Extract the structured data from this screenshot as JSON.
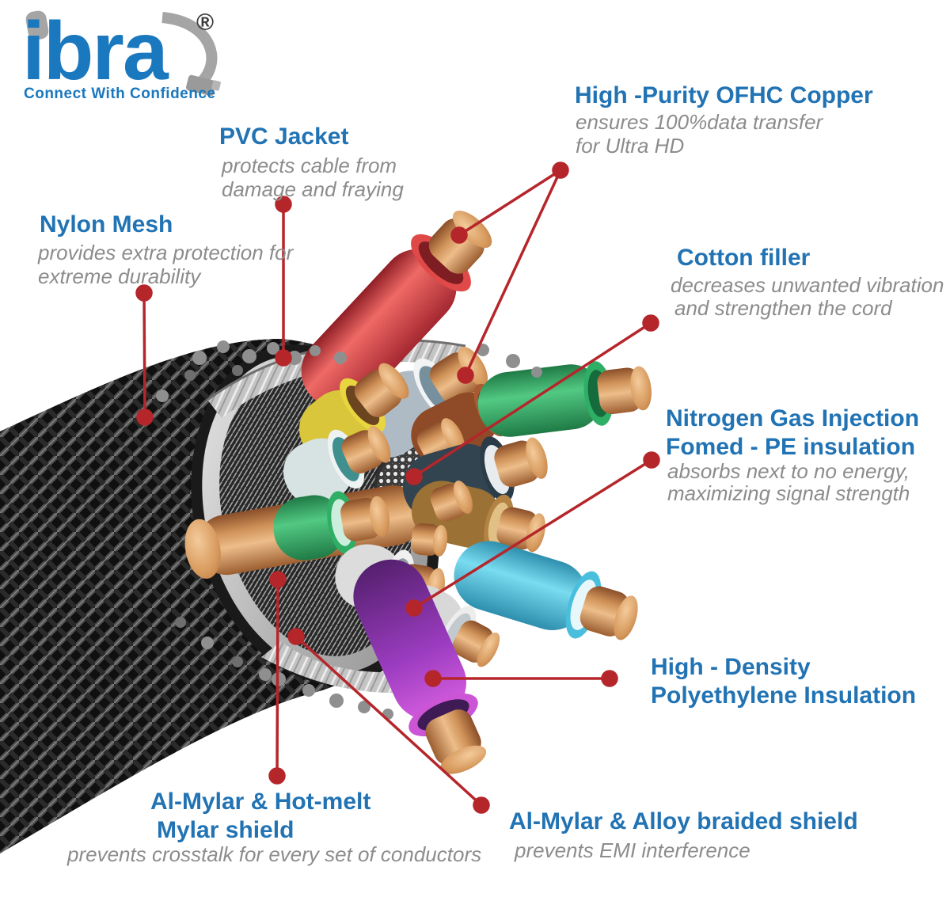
{
  "logo": {
    "brand": "ibra",
    "registered": "®",
    "tagline": "Connect With Confidence"
  },
  "colors": {
    "heading_blue": "#2173b4",
    "subtitle_gray": "#8c8c8c",
    "leader_red": "#b5262b",
    "logo_blue": "#1a78be",
    "logo_gray": "#a5a5a5",
    "copper": "#cf9258",
    "jacket_black": "#131313",
    "foil_silver": "#c9c9c9",
    "wire_red": "#df4a48",
    "wire_yellow": "#e8d53f",
    "wire_green": "#2fae66",
    "wire_cyan": "#49bfdd",
    "wire_purple": "#cc55d6",
    "wire_navy": "#2b3c49",
    "wire_brown": "#b28343",
    "wire_slate": "#7e909c"
  },
  "callouts": {
    "pvc_jacket": {
      "title": "PVC Jacket",
      "subtitle_lines": [
        "protects cable from",
        "damage and fraying"
      ]
    },
    "nylon_mesh": {
      "title": "Nylon Mesh",
      "subtitle_lines": [
        "provides extra protection for",
        "extreme durability"
      ]
    },
    "ofhc_copper": {
      "title": "High -Purity OFHC Copper",
      "subtitle_lines": [
        "ensures 100%data transfer",
        "for Ultra HD"
      ]
    },
    "cotton_filler": {
      "title": "Cotton filler",
      "subtitle_lines": [
        "decreases unwanted vibration",
        "and strengthen the cord"
      ]
    },
    "nitrogen_pe": {
      "title_lines": [
        "Nitrogen Gas Injection",
        "Fomed - PE insulation"
      ],
      "subtitle_lines": [
        "absorbs next to no energy,",
        "maximizing signal strength"
      ]
    },
    "hd_polyethylene": {
      "title_lines": [
        "High - Density",
        "Polyethylene Insulation"
      ]
    },
    "al_mylar_hotmelt": {
      "title_lines": [
        "Al-Mylar & Hot-melt",
        "Mylar shield"
      ],
      "subtitle_lines": [
        "prevents crosstalk for every set of conductors"
      ]
    },
    "al_mylar_alloy": {
      "title": "Al-Mylar & Alloy braided shield",
      "subtitle_lines": [
        "prevents EMI interference"
      ]
    }
  }
}
